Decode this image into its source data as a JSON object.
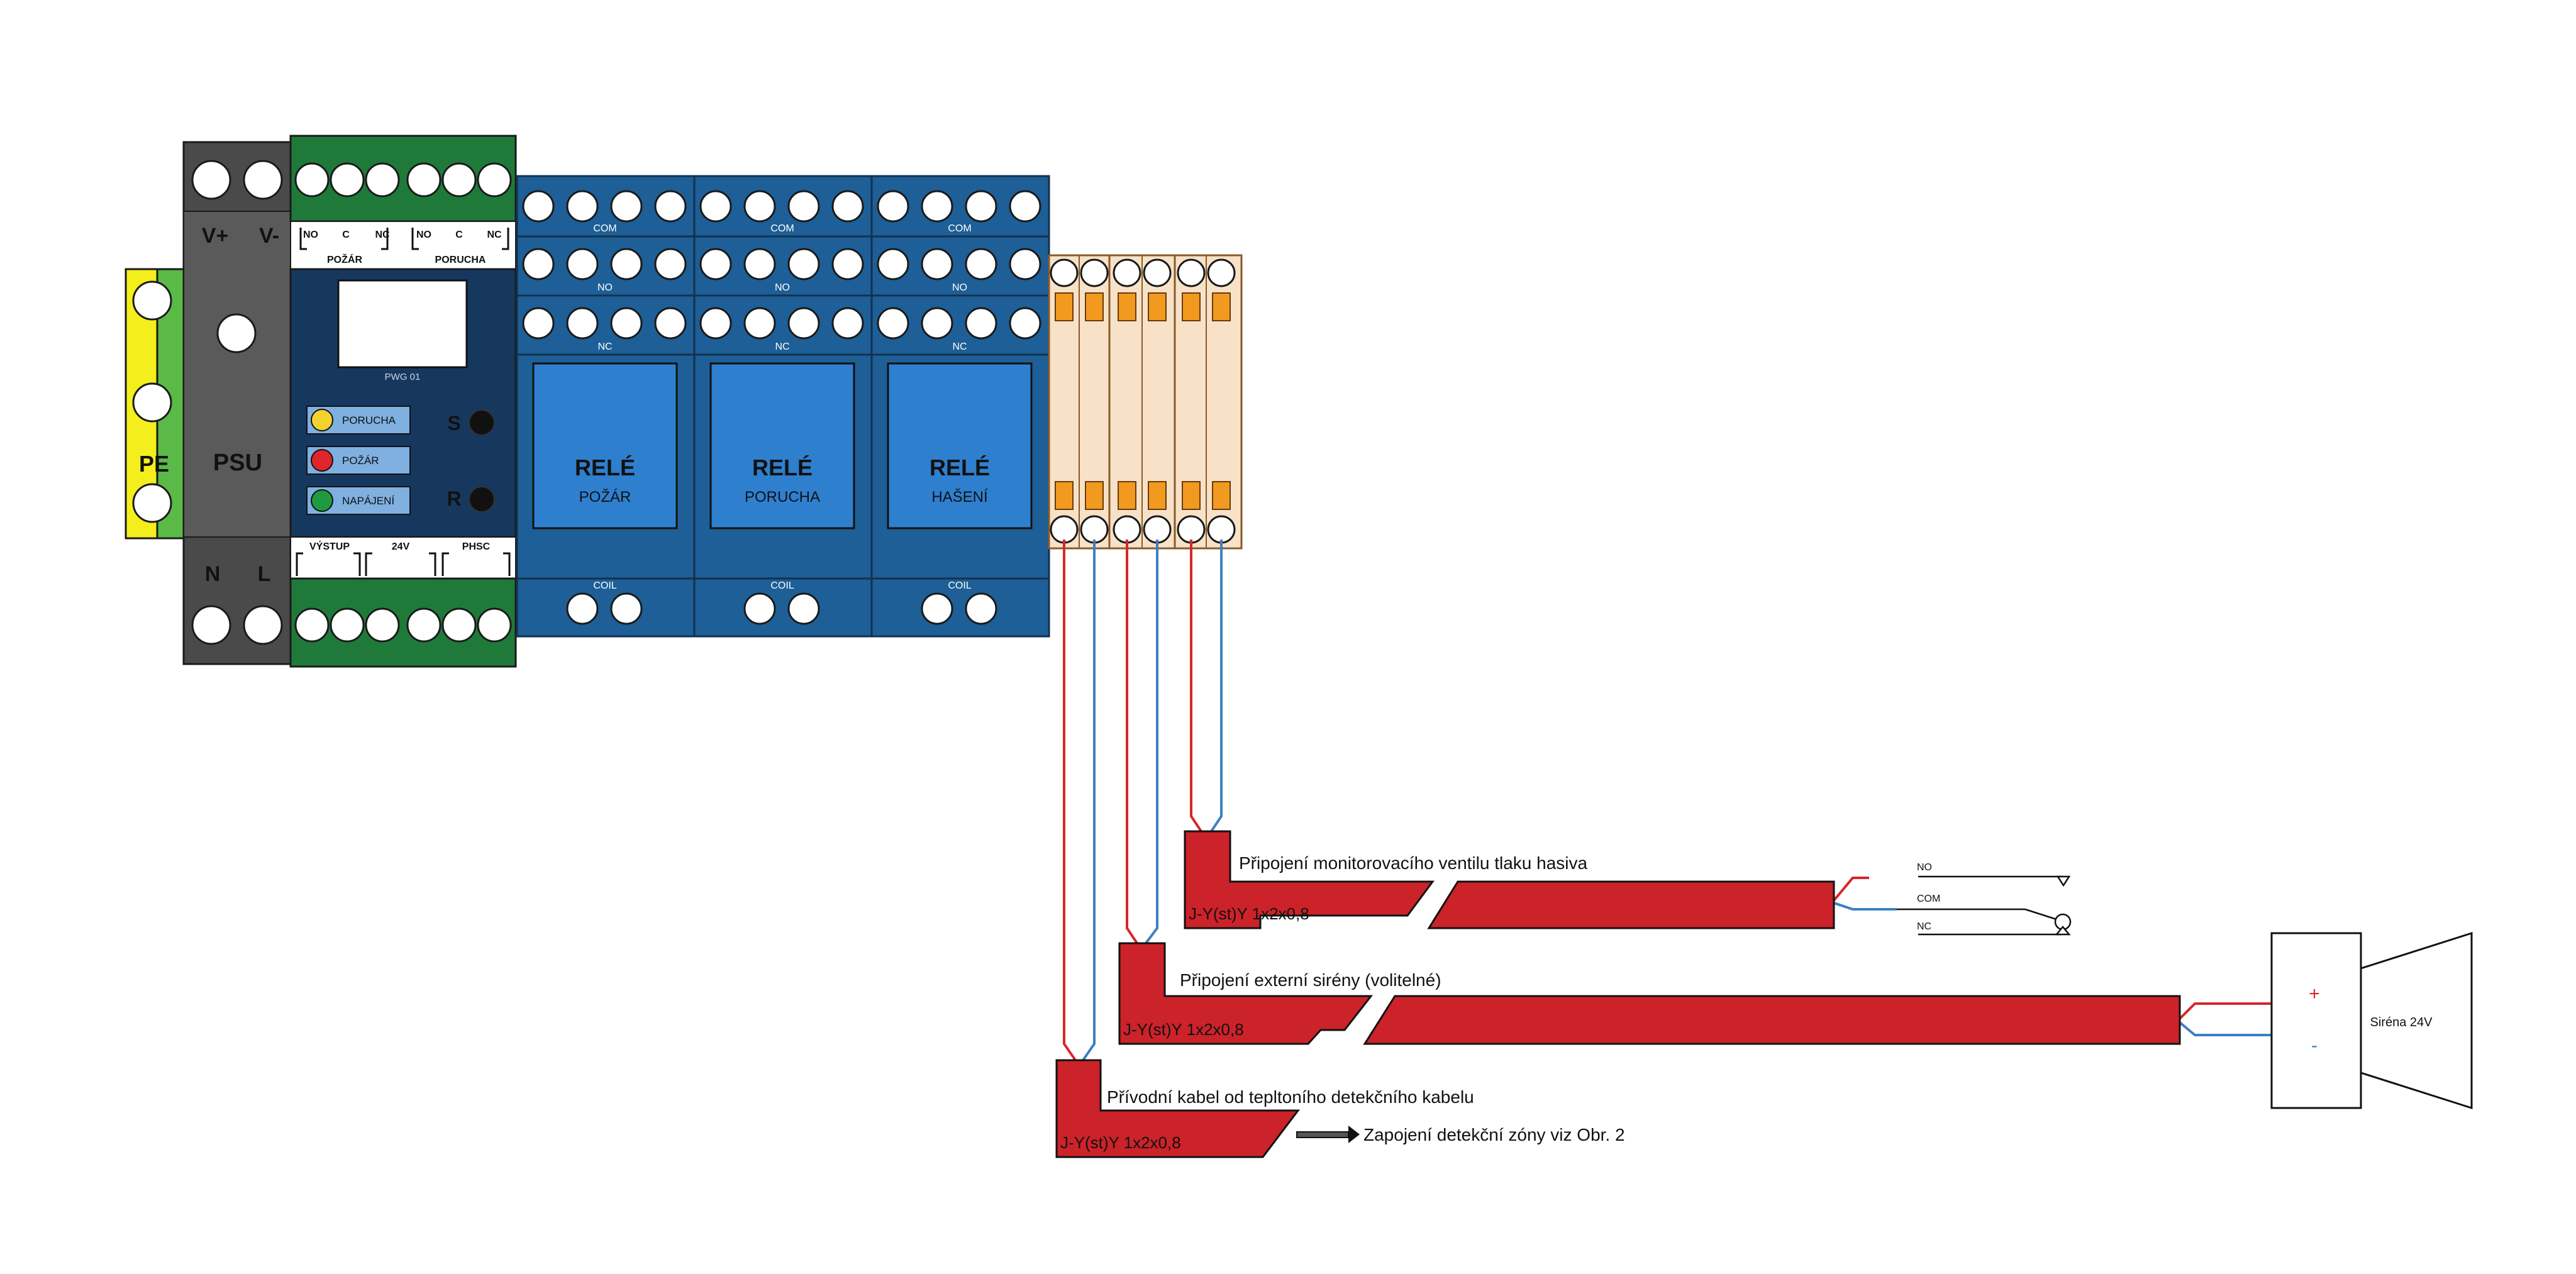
{
  "pe": {
    "label": "PE"
  },
  "psu": {
    "label": "PSU",
    "v_plus": "V+",
    "v_minus": "V-",
    "n": "N",
    "l": "L"
  },
  "controller": {
    "model": "PWG 01",
    "top_labels": {
      "no1": "NO",
      "c1": "C",
      "nc1": "NC",
      "no2": "NO",
      "c2": "C",
      "nc2": "NC",
      "group1": "POŽÁR",
      "group2": "PORUCHA"
    },
    "leds": [
      {
        "label": "PORUCHA",
        "color": "#f2d22e"
      },
      {
        "label": "POŽÁR",
        "color": "#e0252b"
      },
      {
        "label": "NAPÁJENÍ",
        "color": "#1f9a3e"
      }
    ],
    "buttons": {
      "s": "S",
      "r": "R"
    },
    "bottom_labels": {
      "vystup": "VÝSTUP",
      "v24": "24V",
      "phsc": "PHSC"
    }
  },
  "relays": [
    {
      "title": "RELÉ",
      "subtitle": "POŽÁR",
      "com": "COM",
      "no": "NO",
      "nc": "NC",
      "coil": "COIL"
    },
    {
      "title": "RELÉ",
      "subtitle": "PORUCHA",
      "com": "COM",
      "no": "NO",
      "nc": "NC",
      "coil": "COIL"
    },
    {
      "title": "RELÉ",
      "subtitle": "HAŠENÍ",
      "com": "COM",
      "no": "NO",
      "nc": "NC",
      "coil": "COIL"
    }
  ],
  "cables": [
    {
      "title": "Připojení monitorovacího ventilu tlaku hasiva",
      "type": "J-Y(st)Y 1x2x0,8"
    },
    {
      "title": "Připojení externí sirény (volitelné)",
      "type": "J-Y(st)Y 1x2x0,8"
    },
    {
      "title": "Přívodní kabel od tepltoního detekčního kabelu",
      "type": "J-Y(st)Y 1x2x0,8"
    }
  ],
  "valve_switch": {
    "no": "NO",
    "com": "COM",
    "nc": "NC"
  },
  "siren": {
    "label": "Siréna 24V",
    "plus": "+",
    "minus": "-"
  },
  "detection_note": "Zapojení detekční zóny viz Obr. 2",
  "colors": {
    "red_wire": "#d8262b",
    "blue_wire": "#3d7fc4",
    "cable": "#cc2229",
    "module_blue": "#1d5f96",
    "terminal_green": "#1f7a3a",
    "psu_gray": "#4a4a4a",
    "pe_yellow": "#f4ee1c",
    "pe_green": "#5ab947"
  }
}
